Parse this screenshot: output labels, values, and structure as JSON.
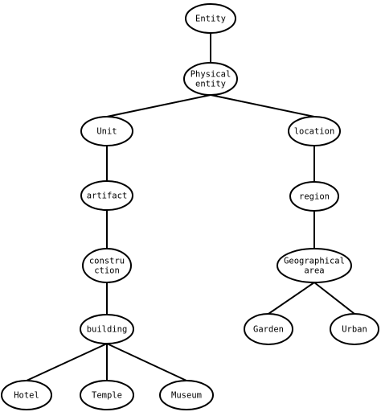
{
  "diagram": {
    "nodes": {
      "entity": [
        "Entity"
      ],
      "physical_entity": [
        "Physical",
        "entity"
      ],
      "unit": [
        "Unit"
      ],
      "location": [
        "location"
      ],
      "artifact": [
        "artifact"
      ],
      "region": [
        "region"
      ],
      "construction": [
        "constru",
        "ction"
      ],
      "geographical_area": [
        "Geographical",
        "area"
      ],
      "building": [
        "building"
      ],
      "garden": [
        "Garden"
      ],
      "urban": [
        "Urban"
      ],
      "hotel": [
        "Hotel"
      ],
      "temple": [
        "Temple"
      ],
      "museum": [
        "Museum"
      ]
    },
    "edges": [
      [
        "entity",
        "physical_entity"
      ],
      [
        "physical_entity",
        "unit"
      ],
      [
        "physical_entity",
        "location"
      ],
      [
        "unit",
        "artifact"
      ],
      [
        "artifact",
        "construction"
      ],
      [
        "construction",
        "building"
      ],
      [
        "building",
        "hotel"
      ],
      [
        "building",
        "temple"
      ],
      [
        "building",
        "museum"
      ],
      [
        "location",
        "region"
      ],
      [
        "region",
        "geographical_area"
      ],
      [
        "geographical_area",
        "garden"
      ],
      [
        "geographical_area",
        "urban"
      ]
    ]
  }
}
